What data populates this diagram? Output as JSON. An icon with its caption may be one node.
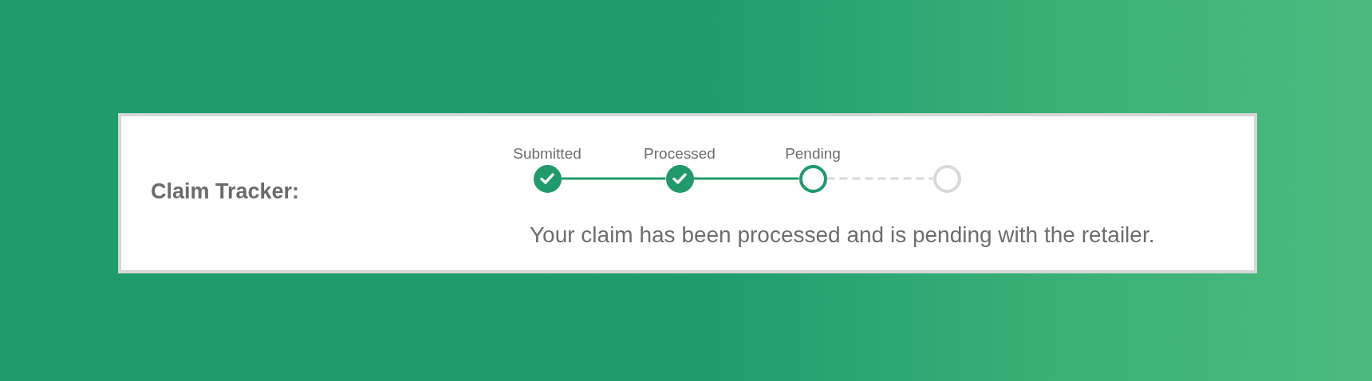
{
  "diagram": {
    "title": "Claim Tracker:",
    "nodes": [
      {
        "text": [
          "Submitted"
        ]
      },
      {
        "text": [
          "Processed"
        ]
      },
      {
        "text": [
          "Pending"
        ]
      },
      {
        "text": [],
        "shape": "circle"
      }
    ],
    "edges": [
      {
        "from": 0,
        "to": 1,
        "arrow": "none"
      },
      {
        "from": 1,
        "to": 2,
        "arrow": "none"
      },
      {
        "from": 2,
        "to": 3,
        "arrow": "none",
        "style": "dashed",
        "color": "#d9d9d9"
      }
    ],
    "labels": [
      "Your claim has been processed and is pending with the retailer."
    ]
  }
}
